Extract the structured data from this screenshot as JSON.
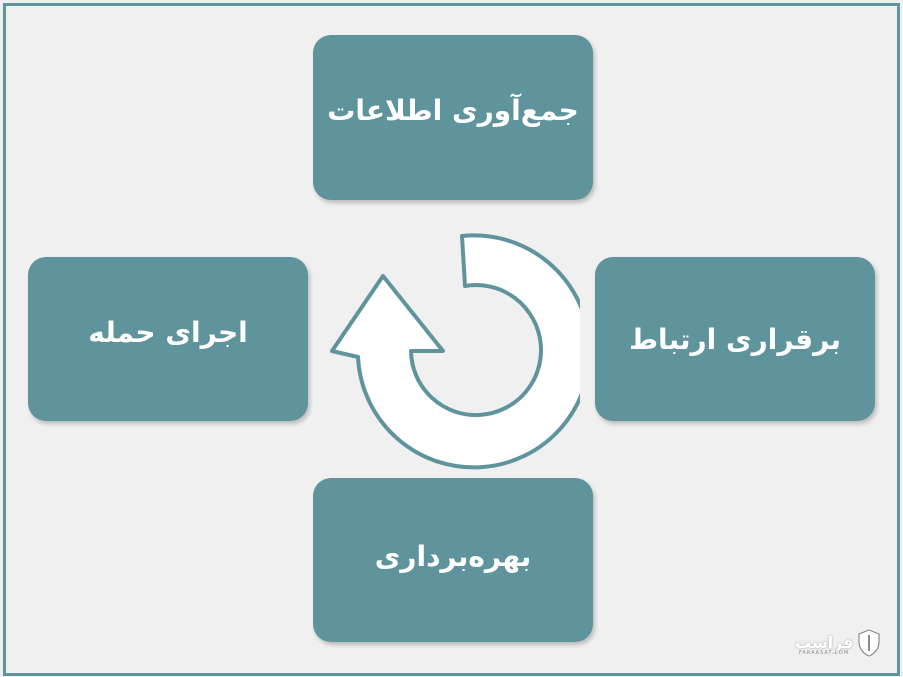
{
  "diagram": {
    "steps": [
      {
        "id": "top",
        "label": "جمع‌آوری اطلاعات"
      },
      {
        "id": "right",
        "label": "برقراری ارتباط"
      },
      {
        "id": "bottom",
        "label": "بهره‌برداری"
      },
      {
        "id": "left",
        "label": "اجرای حمله"
      }
    ],
    "colors": {
      "box": "#5f949c",
      "background": "#f0f0f1",
      "arrow_stroke": "#5f949c"
    }
  },
  "watermark": {
    "brand": "فراست",
    "subtitle": "FARAASAT.COM",
    "icon": "shield-icon"
  }
}
